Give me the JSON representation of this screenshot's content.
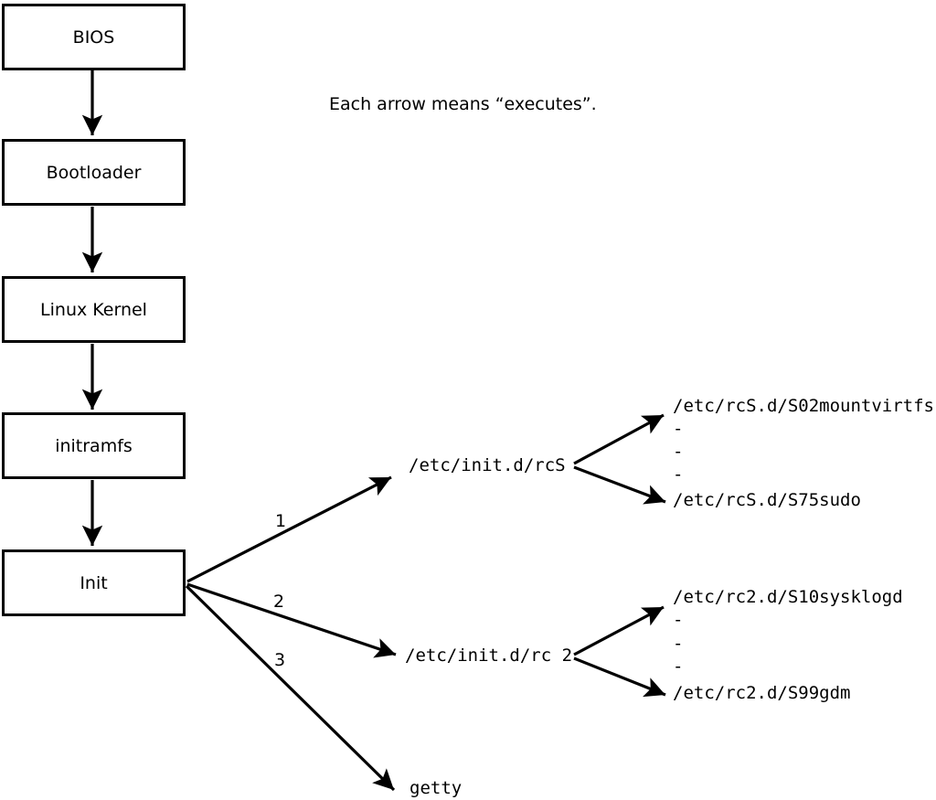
{
  "note": "Each arrow means “executes”.",
  "boot_chain": [
    {
      "label": "BIOS"
    },
    {
      "label": "Bootloader"
    },
    {
      "label": "Linux Kernel"
    },
    {
      "label": "initramfs"
    },
    {
      "label": "Init"
    }
  ],
  "branches": [
    {
      "order": "1",
      "target": "/etc/init.d/rcS",
      "scripts": {
        "first": "/etc/rcS.d/S02mountvirtfs",
        "ellipsis": [
          "-",
          "-",
          "-"
        ],
        "last": "/etc/rcS.d/S75sudo"
      }
    },
    {
      "order": "2",
      "target": "/etc/init.d/rc 2",
      "scripts": {
        "first": "/etc/rc2.d/S10sysklogd",
        "ellipsis": [
          "-",
          "-",
          "-"
        ],
        "last": "/etc/rc2.d/S99gdm"
      }
    },
    {
      "order": "3",
      "target": "getty"
    }
  ],
  "colors": {
    "line": "#000000",
    "background": "#ffffff",
    "box_fill": "#ffffff"
  }
}
